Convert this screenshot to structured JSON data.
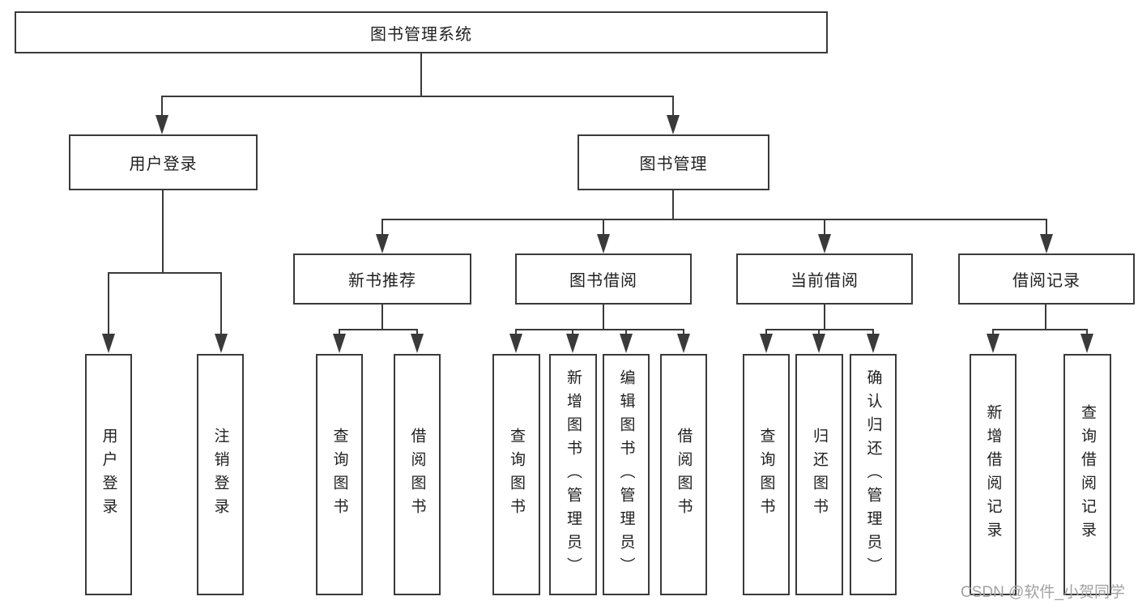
{
  "diagram": {
    "root": "图书管理系统",
    "level2": [
      "用户登录",
      "图书管理"
    ],
    "level3": [
      "新书推荐",
      "图书借阅",
      "当前借阅",
      "借阅记录"
    ],
    "leaves": {
      "user_login": [
        "用户登录",
        "注销登录"
      ],
      "new_book_recommendation": [
        "查询图书",
        "借阅图书"
      ],
      "book_borrowing": [
        "查询图书",
        "新增图书（管理员）",
        "编辑图书（管理员）",
        "借阅图书"
      ],
      "current_borrowing": [
        "查询图书",
        "归还图书",
        "确认归还（管理员）"
      ],
      "borrowing_records": [
        "新增借阅记录",
        "查询借阅记录"
      ]
    }
  },
  "watermark": {
    "text": "CSDN @软件_小贺同学"
  },
  "colors": {
    "line": "#3a3a3a",
    "text": "#1f1f1f",
    "watermark": "#a2a2a2",
    "background": "#ffffff"
  }
}
